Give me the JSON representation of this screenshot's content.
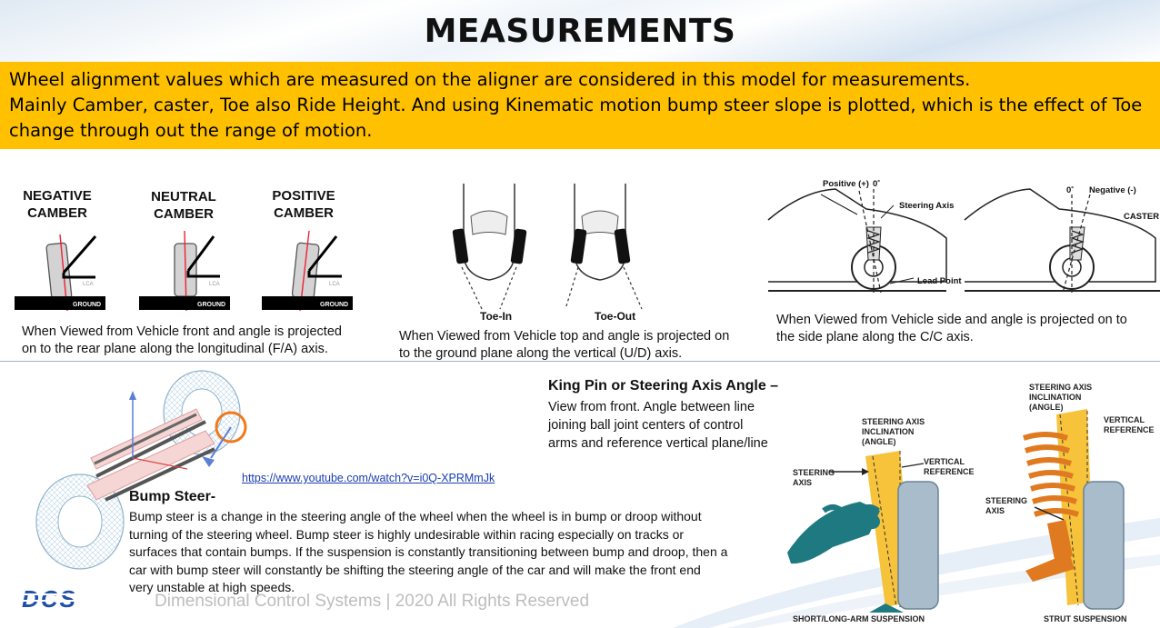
{
  "page": {
    "title": "MEASUREMENTS",
    "intro_lines": [
      "Wheel alignment values which are measured on the aligner are considered in this model for measurements.",
      "Mainly Camber, caster, Toe also Ride Height. And using Kinematic motion bump steer slope is plotted, which is the effect of Toe",
      "change through out the range of motion."
    ]
  },
  "camber": {
    "labels": [
      {
        "line1": "NEGATIVE",
        "line2": "CAMBER"
      },
      {
        "line1": "NEUTRAL",
        "line2": "CAMBER"
      },
      {
        "line1": "POSITIVE",
        "line2": "CAMBER"
      }
    ],
    "ground_label": "GROUND",
    "lca_label": "LCA",
    "caption_lines": [
      "When Viewed from Vehicle front and angle is projected",
      "on to the rear plane along the longitudinal (F/A) axis."
    ]
  },
  "toe": {
    "toe_in_label": "Toe-In",
    "toe_out_label": "Toe-Out",
    "caption_lines": [
      "When Viewed from Vehicle top and angle is projected on",
      "to the ground plane along the vertical (U/D) axis."
    ]
  },
  "caster": {
    "positive_label": "Positive (+)",
    "zero_label": "0˚",
    "steering_axis_label": "Steering Axis",
    "lead_point_label": "Lead Point",
    "negative_label": "Negative (-)",
    "caster_label": "CASTER",
    "caption_lines": [
      "When Viewed from Vehicle side and angle is projected on to",
      "the side plane along the C/C axis."
    ]
  },
  "kingpin": {
    "title": "King Pin or Steering Axis Angle –",
    "body_lines": [
      "View from front. Angle between line",
      "joining ball joint centers of control",
      "arms and reference vertical plane/line"
    ],
    "sai_label_lines": [
      "STEERING AXIS",
      "INCLINATION",
      "(ANGLE)"
    ],
    "vertical_ref_lines": [
      "VERTICAL",
      "REFERENCE"
    ],
    "steering_axis_lines": [
      "STEERING",
      "AXIS"
    ],
    "short_long_caption": "SHORT/LONG-ARM SUSPENSION",
    "strut_caption": "STRUT SUSPENSION"
  },
  "bump_steer": {
    "link": "https://www.youtube.com/watch?v=i0Q-XPRMmJk",
    "title": "Bump Steer-",
    "body_lines": [
      "Bump steer is a change in the steering angle of the wheel when the wheel is in bump or droop without",
      "turning of the steering wheel. Bump steer is highly undesirable within racing especially on tracks or",
      "surfaces that contain bumps. If the suspension is constantly transitioning between bump and droop, then a",
      "car with bump steer will constantly be shifting the steering angle of the car and will make the front end",
      "very unstable at high speeds."
    ]
  },
  "footer": {
    "text": "Dimensional Control Systems | 2020 All Rights Reserved",
    "logo_text": "DCS"
  },
  "colors": {
    "banner": "#ffc000",
    "accent_yellow": "#f5c030",
    "teal": "#1e7a80",
    "link_blue": "#1a3fb0",
    "logo_blue": "#1f4fa8"
  }
}
